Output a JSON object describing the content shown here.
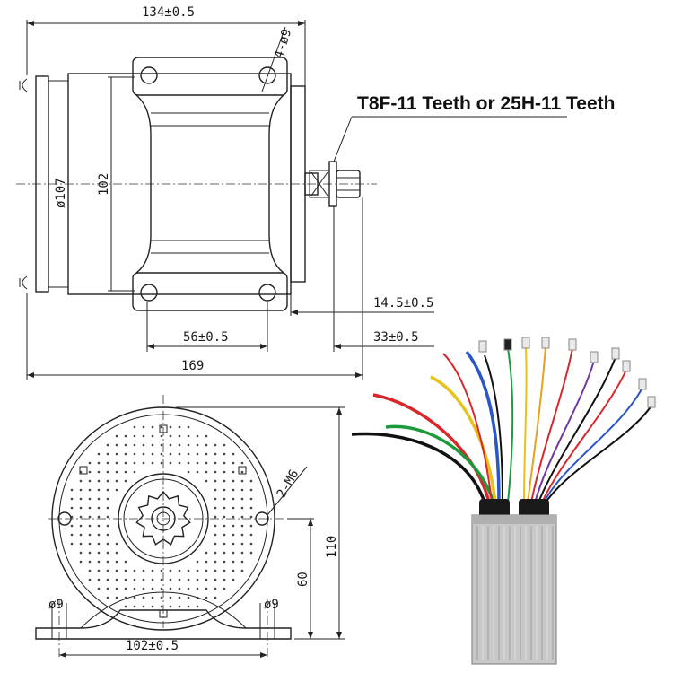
{
  "side_view": {
    "width_label": "134±0.5",
    "holes_label": "4-ø9",
    "outer_dia_label": "ø107",
    "inner_height_label": "102",
    "shaft_label": "14.5±0.5",
    "mount_spacing_label": "56±0.5",
    "shaft_offset_label": "33±0.5",
    "overall_length_label": "169"
  },
  "callout": {
    "sprocket_text": "T8F-11 Teeth or 25H-11 Teeth"
  },
  "front_view": {
    "tapped_holes_label": "2-M6",
    "height_label": "110",
    "center_height_label": "60",
    "left_hole_label": "ø9",
    "right_hole_label": "ø9",
    "base_spacing_label": "102±0.5"
  },
  "colors": {
    "line": "#222222",
    "wire_red": "#d8262b",
    "wire_yellow": "#e6c21a",
    "wire_blue": "#2a56c6",
    "wire_green": "#1c9a3c",
    "wire_black": "#111111",
    "wire_white": "#d9d9d9",
    "housing": "#c8c8c8"
  }
}
